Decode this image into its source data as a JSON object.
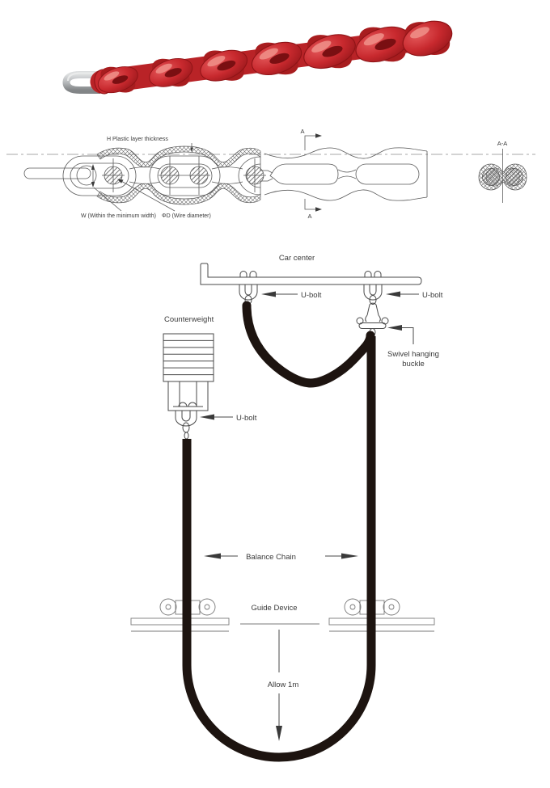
{
  "page": {
    "background": "#ffffff"
  },
  "colors": {
    "chain_red": "#c8292e",
    "chain_red_dark": "#8e1316",
    "chain_red_highlight": "#ee8d86",
    "metal_gray": "#a9abad",
    "drawing_line_gray": "#5a5a5a",
    "schematic_line_gray": "#4a4a4a",
    "chain_black": "#1d1410"
  },
  "technical_drawing": {
    "label_h": "H Plastic layer thickness",
    "label_w": "W (Within the minimum width)",
    "label_d": "ΦD (Wire diameter)",
    "section_mark_top": "A",
    "section_mark_bottom": "A",
    "section_view_title": "A-A"
  },
  "schematic": {
    "car_center_label": "Car center",
    "u_bolt_label_left": "U-bolt",
    "u_bolt_label_right": "U-bolt",
    "u_bolt_label_counterweight": "U-bolt",
    "counterweight_label": "Counterweight",
    "swivel_label_line1": "Swivel hanging",
    "swivel_label_line2": "buckle",
    "balance_chain_label": "Balance Chain",
    "guide_device_label": "Guide Device",
    "allowance_label": "Allow 1m"
  }
}
